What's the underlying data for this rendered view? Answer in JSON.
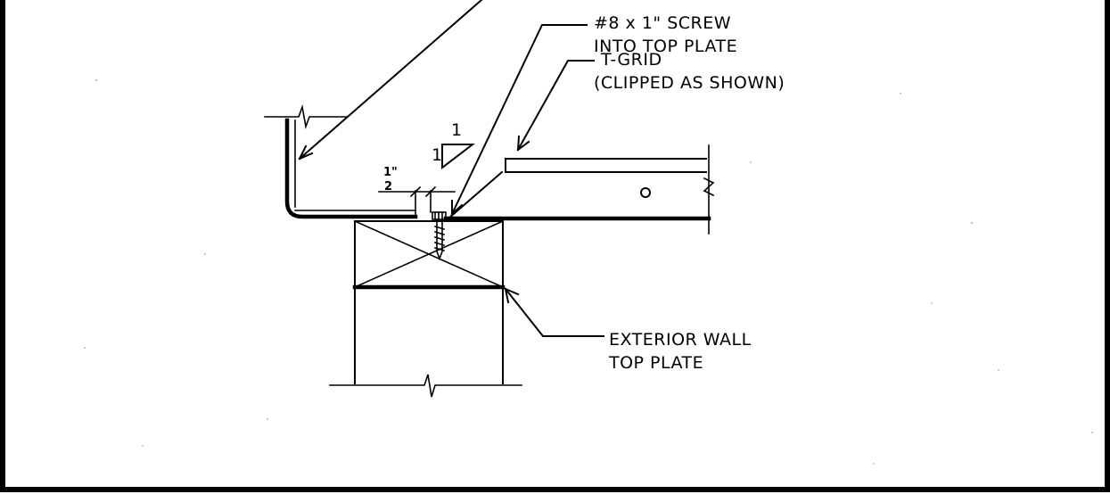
{
  "annotations": {
    "screw": {
      "line1": "#8 x 1\" SCREW",
      "line2": "INTO TOP PLATE"
    },
    "tgrid": {
      "line1": "T-GRID",
      "line2": "(CLIPPED AS SHOWN)"
    },
    "wall": {
      "line1": "EXTERIOR WALL",
      "line2": "TOP PLATE"
    }
  },
  "slope_symbol": {
    "rise": "1",
    "run": "1"
  },
  "dimension": {
    "numerator": "1\"",
    "denominator": "2"
  },
  "colors": {
    "ink": "#000000",
    "paper": "#ffffff"
  }
}
